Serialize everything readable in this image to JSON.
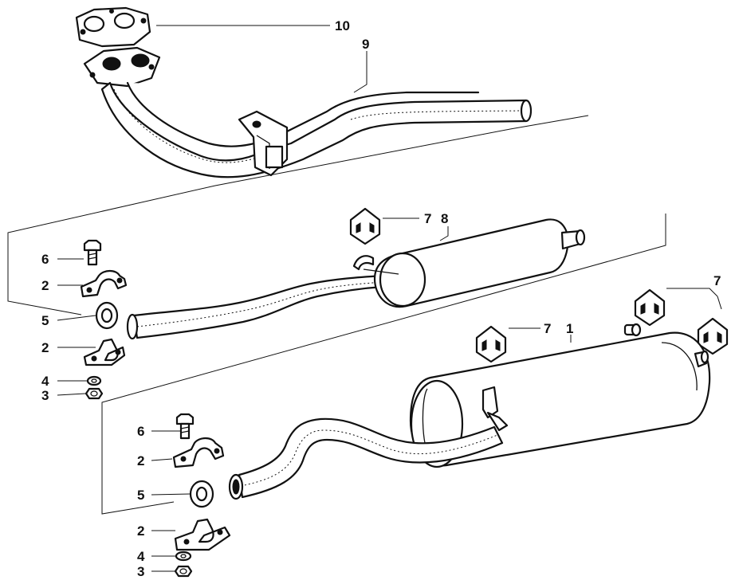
{
  "callouts": {
    "front_pipe_gasket": "10",
    "front_pipe": "9",
    "mount_middle_1": "7",
    "middle_muffler": "8",
    "mount_rear_pair": "7",
    "mount_rear_single": "7",
    "rear_muffler": "1",
    "bolt_upper": "6",
    "clamp_top_upper": "2",
    "ring_upper": "5",
    "clamp_bottom_upper": "2",
    "washer_upper": "4",
    "nut_upper": "3",
    "bolt_lower": "6",
    "clamp_top_lower": "2",
    "ring_lower": "5",
    "clamp_bottom_lower": "2",
    "washer_lower": "4",
    "nut_lower": "3"
  },
  "colors": {
    "ink": "#111111",
    "paper": "#ffffff"
  }
}
